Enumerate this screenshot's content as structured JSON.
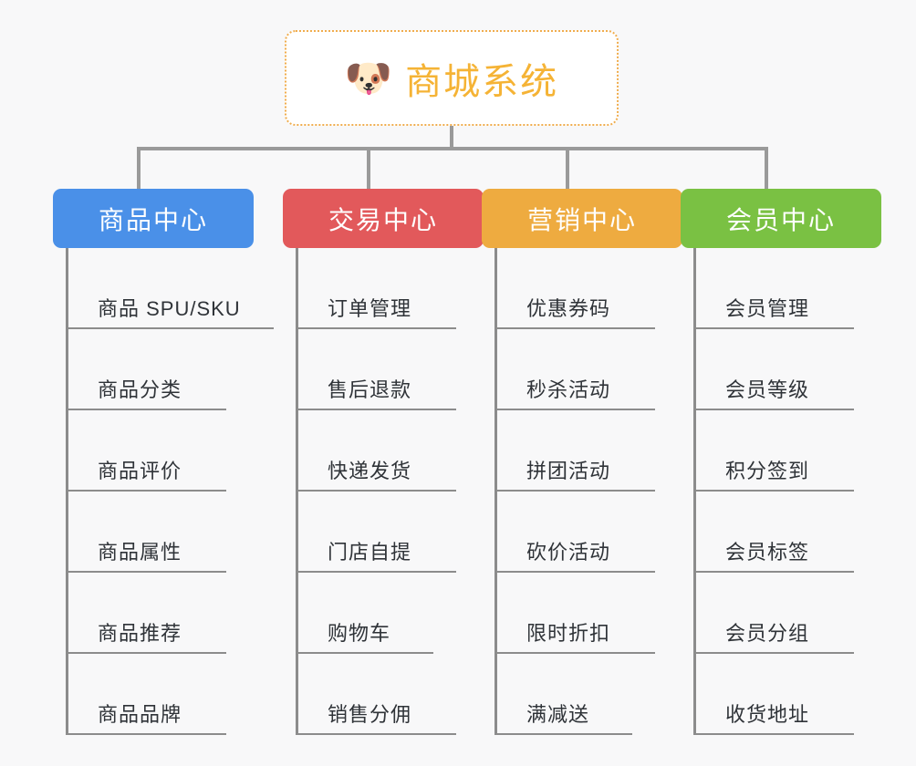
{
  "root": {
    "icon": "dog-face-emoji",
    "emoji": "🐶",
    "title": "商城系统",
    "border_color": "#f0ad4e",
    "title_color": "#f5b335"
  },
  "columns": [
    {
      "id": "product-center",
      "label": "商品中心",
      "color": "#4a90e8",
      "items": [
        "商品 SPU/SKU",
        "商品分类",
        "商品评价",
        "商品属性",
        "商品推荐",
        "商品品牌"
      ]
    },
    {
      "id": "trade-center",
      "label": "交易中心",
      "color": "#e2595b",
      "items": [
        "订单管理",
        "售后退款",
        "快递发货",
        "门店自提",
        "购物车",
        "销售分佣"
      ]
    },
    {
      "id": "marketing-center",
      "label": "营销中心",
      "color": "#eeab40",
      "items": [
        "优惠券码",
        "秒杀活动",
        "拼团活动",
        "砍价活动",
        "限时折扣",
        "满减送"
      ]
    },
    {
      "id": "member-center",
      "label": "会员中心",
      "color": "#7ac143",
      "items": [
        "会员管理",
        "会员等级",
        "积分签到",
        "会员标签",
        "会员分组",
        "收货地址"
      ]
    }
  ],
  "connector_color": "#9a9a9a",
  "background_color": "#f8f8f9"
}
